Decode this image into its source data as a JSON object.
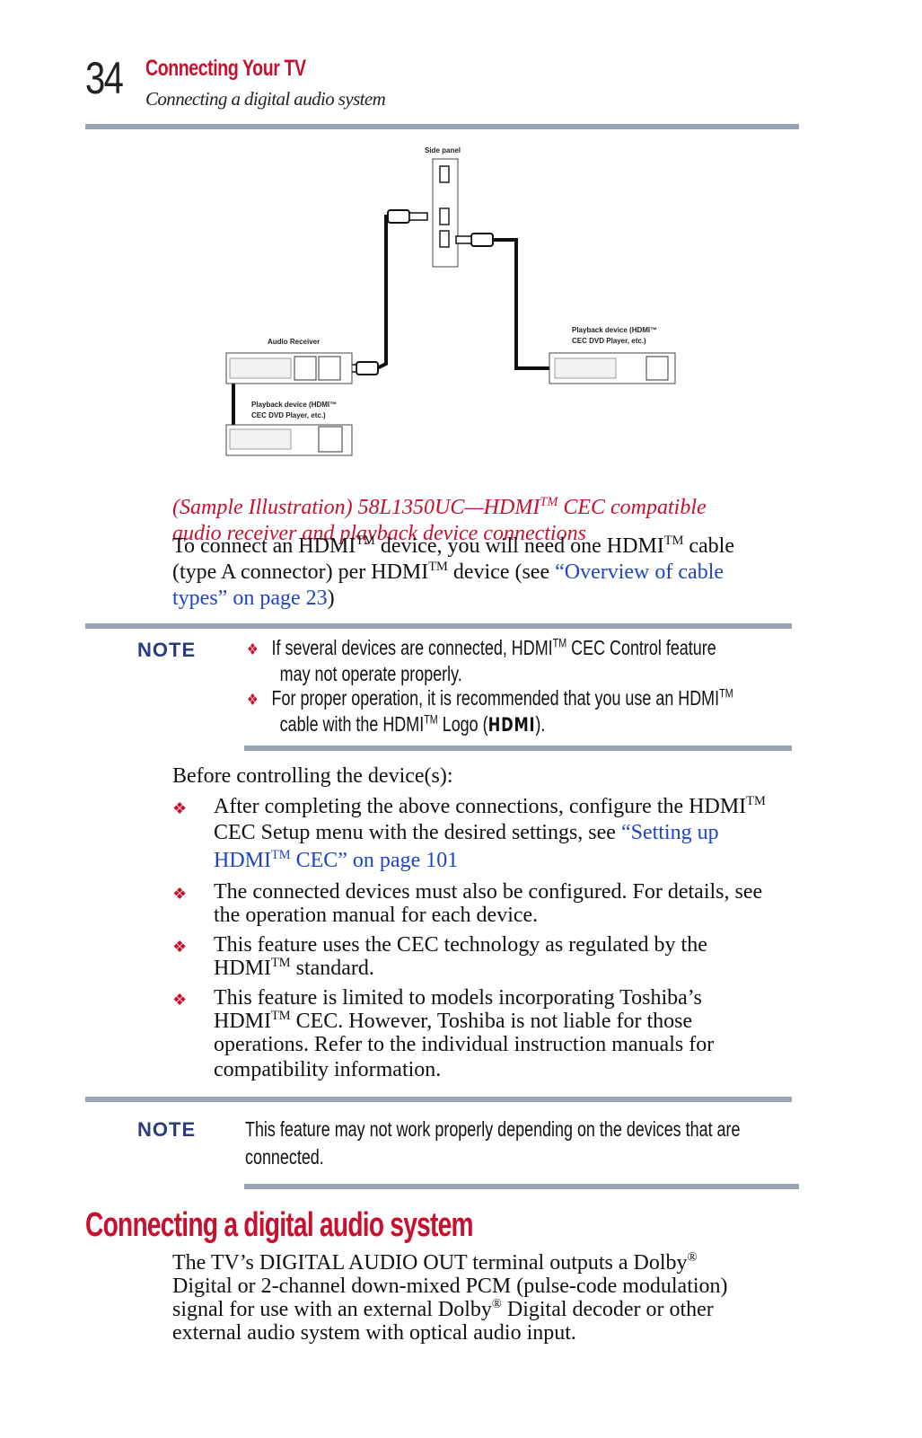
{
  "header": {
    "page_number": "34",
    "chapter_title": "Connecting Your TV",
    "section_subtitle": "Connecting a digital audio system"
  },
  "diagram": {
    "side_panel_label": "Side panel",
    "audio_receiver_label": "Audio Receiver",
    "playback_left_line1": "Playback device (HDMI™",
    "playback_left_line2": "CEC DVD Player, etc.)",
    "playback_right_line1": "Playback device (HDMI™",
    "playback_right_line2": "CEC DVD Player, etc.)"
  },
  "caption": {
    "line1": "(Sample Illustration) 58L1350UC—HDMI",
    "line1_tm": "TM",
    "line1_end": " CEC compatible",
    "line2": "audio receiver and playback device connections"
  },
  "intro": {
    "p1": "To connect an HDMI",
    "tm": "TM",
    "p2": " device, you will need one HDMI",
    "p3": " cable",
    "p4": "(type A connector) per HDMI",
    "p5": " device (see ",
    "link1": "“Overview of cable",
    "link2": "types” on page 23",
    "p6": ")"
  },
  "note1": {
    "label": "NOTE",
    "b1_a": "If several devices are connected, HDMI",
    "b1_tm": "TM",
    "b1_b": " CEC Control feature",
    "b1_c": "may not operate properly.",
    "b2_a": "For proper operation, it is recommended that you use an HDMI",
    "b2_tm": "TM",
    "b2_b": "cable with the HDMI",
    "b2_c": " Logo (",
    "b2_logo": "HDMI",
    "b2_d": ")."
  },
  "before": {
    "title": "Before controlling the device(s):",
    "i1_a": "After completing the above connections, configure the HDMI",
    "i1_b": "CEC Setup menu with the desired settings, see ",
    "i1_link1": "“Setting up",
    "i1_link2": "HDMI",
    "i1_link3": " CEC” on page 101",
    "i2_a": "The connected devices must also be configured. For details, see",
    "i2_b": "the operation manual for each device.",
    "i3_a": "This feature uses the CEC technology as regulated by the",
    "i3_b": "HDMI",
    "i3_c": " standard.",
    "i4_a": "This feature is limited to models incorporating Toshiba’s",
    "i4_b": "HDMI",
    "i4_c": " CEC. However, Toshiba is not liable for those",
    "i4_d": "operations. Refer to the individual instruction manuals for",
    "i4_e": "compatibility information.",
    "tm": "TM",
    "bullet": "❖"
  },
  "note2": {
    "label": "NOTE",
    "line1": "This feature may not work properly depending on the devices that are",
    "line2": "connected."
  },
  "section": {
    "heading": "Connecting a digital audio system",
    "l1_a": "The TV’s DIGITAL AUDIO OUT terminal outputs a Dolby",
    "reg": "®",
    "l2": "Digital or 2-channel down-mixed PCM (pulse-code modulation)",
    "l3_a": "signal for use with an external Dolby",
    "l3_b": " Digital decoder or other",
    "l4": "external audio system with optical audio input."
  }
}
